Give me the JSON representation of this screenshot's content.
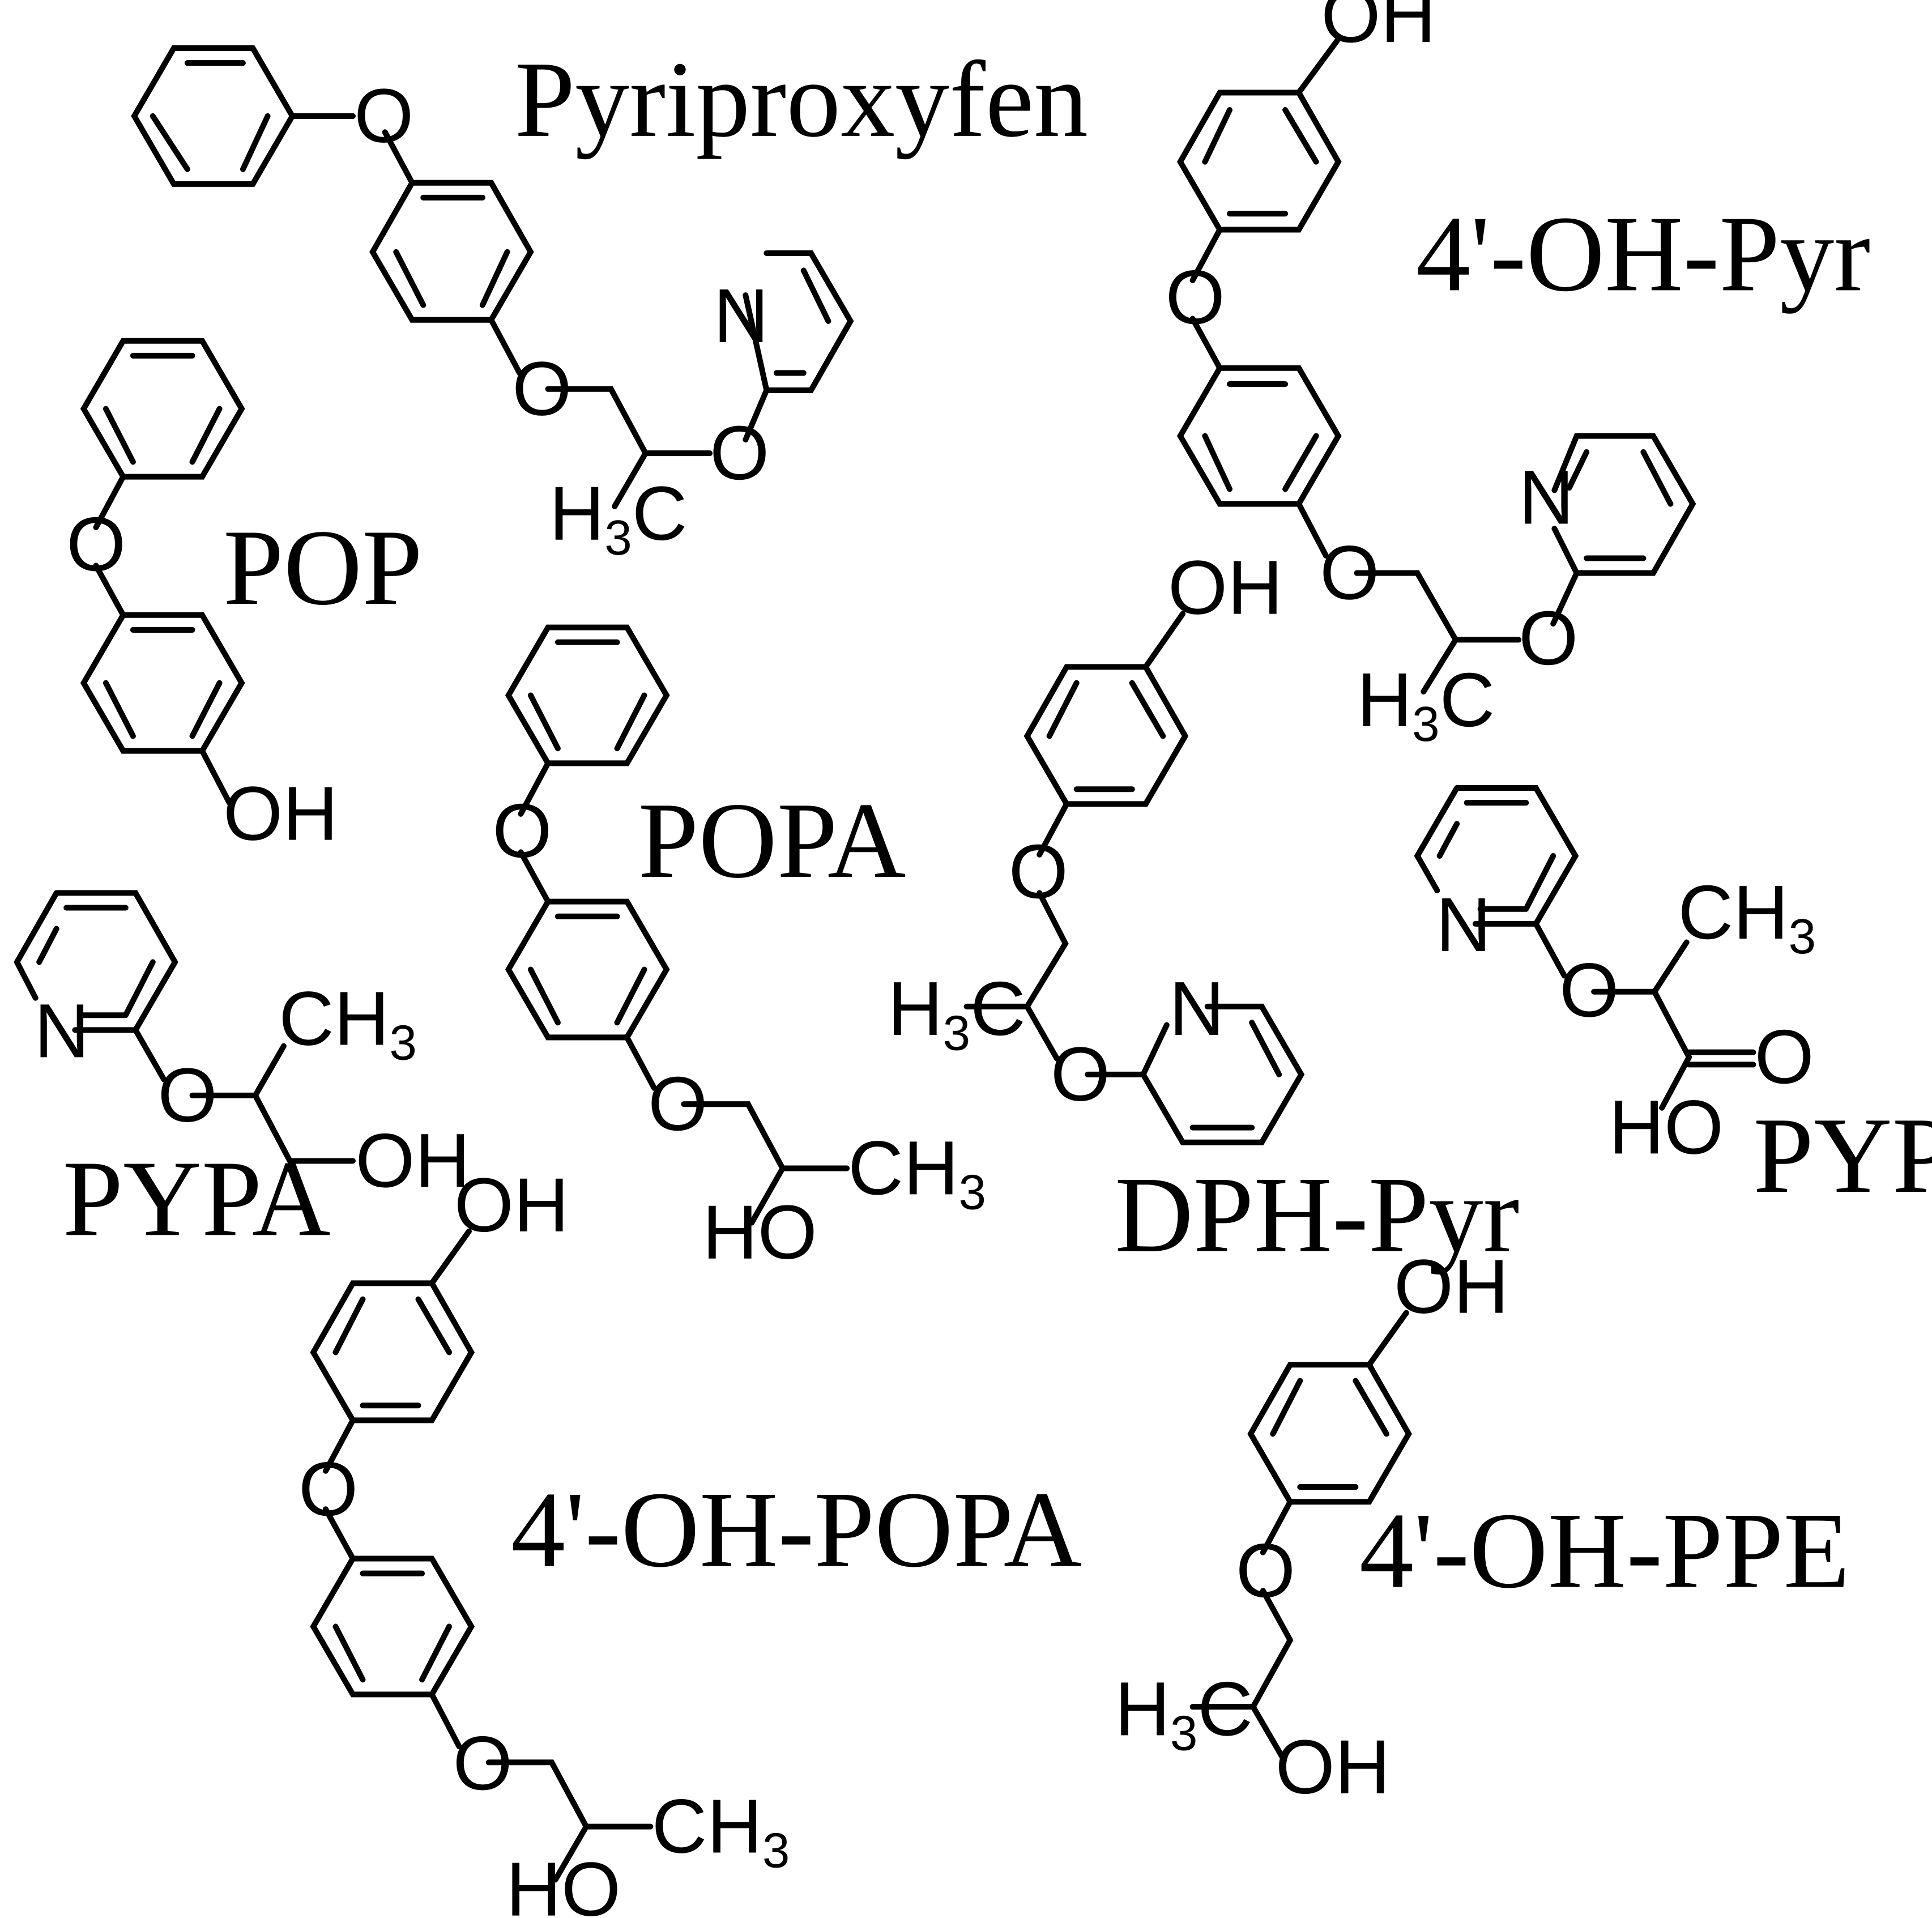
{
  "compounds": {
    "pyr": "Pyriproxyfen",
    "oh4pyr": "4'-OH-Pyr",
    "pop": "POP",
    "popa": "POPA",
    "dph": "DPH-Pyr",
    "pypa": "PYPA",
    "pypac": "PYPAC",
    "oh4popa": "4'-OH-POPA",
    "oh4ppe": "4'-OH-PPE"
  },
  "atoms": {
    "O": "O",
    "N": "N",
    "OH": "OH",
    "HO": "HO",
    "H": "H",
    "C": "C",
    "sub3": "3",
    "CH": "CH"
  }
}
